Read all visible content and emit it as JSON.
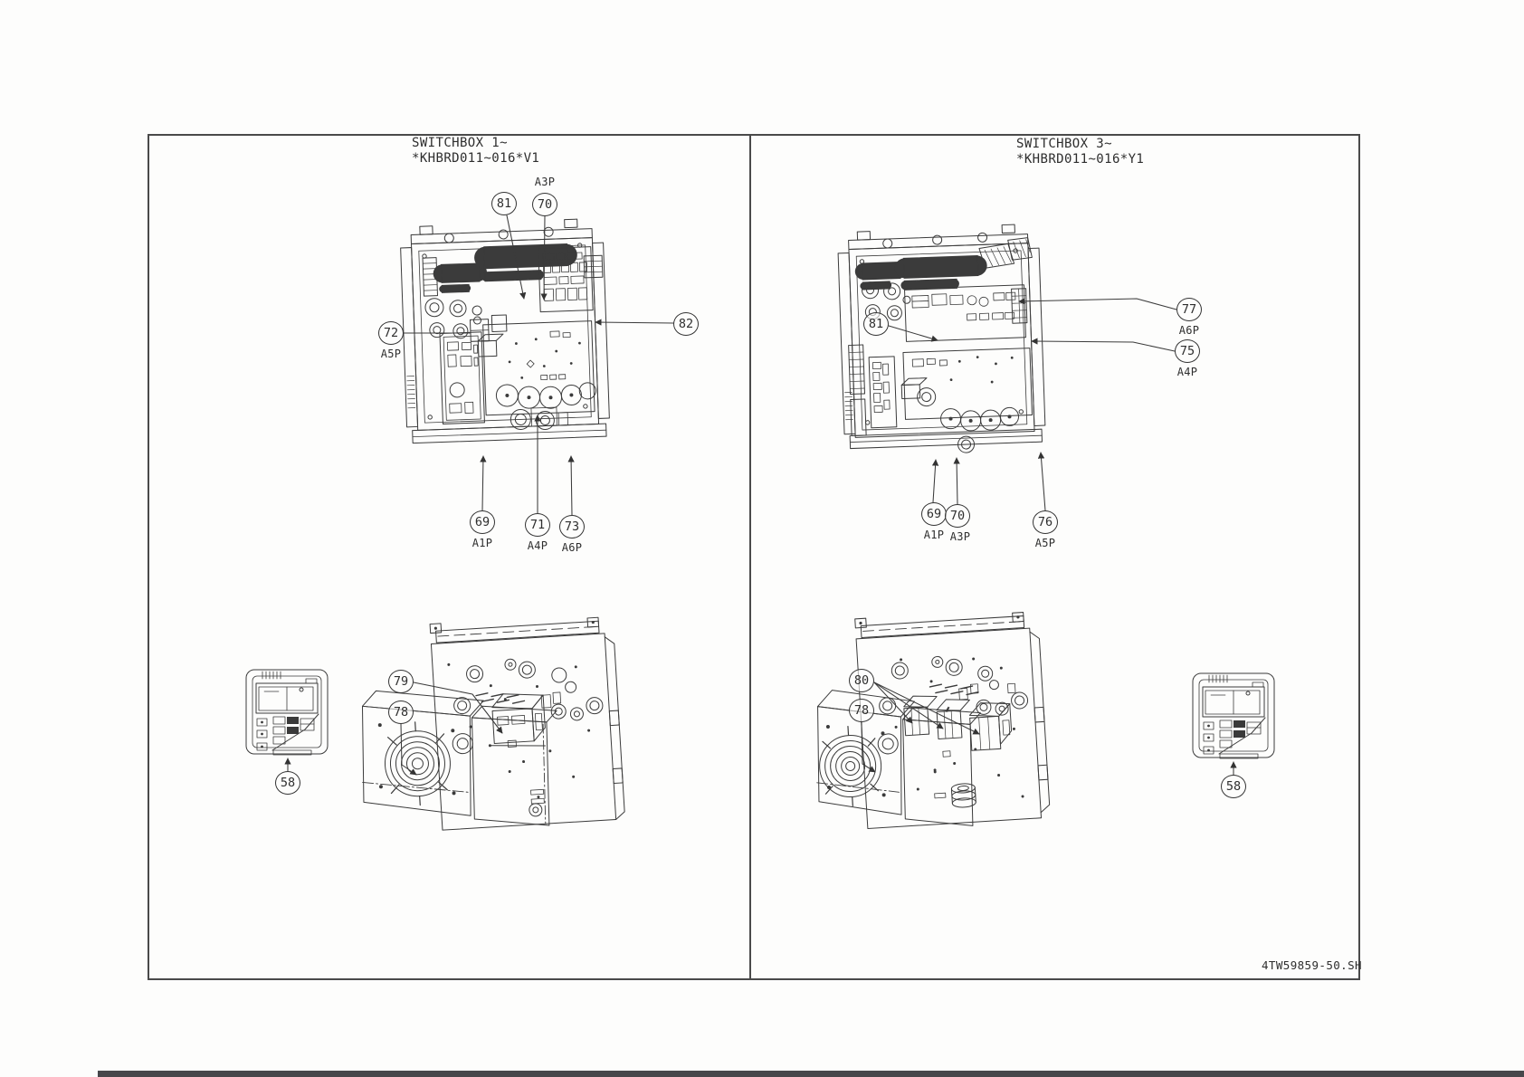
{
  "left_panel": {
    "title_line1": "SWITCHBOX 1~",
    "title_line2": "*KHBRD011~016*V1",
    "callouts": {
      "c81": {
        "num": "81"
      },
      "c70": {
        "num": "70",
        "ref": "A3P"
      },
      "c72": {
        "num": "72",
        "ref": "A5P"
      },
      "c82": {
        "num": "82"
      },
      "c69": {
        "num": "69",
        "ref": "A1P"
      },
      "c71": {
        "num": "71",
        "ref": "A4P"
      },
      "c73": {
        "num": "73",
        "ref": "A6P"
      },
      "c79": {
        "num": "79"
      },
      "c78": {
        "num": "78"
      },
      "c58": {
        "num": "58"
      }
    }
  },
  "right_panel": {
    "title_line1": "SWITCHBOX 3~",
    "title_line2": "*KHBRD011~016*Y1",
    "callouts": {
      "c77": {
        "num": "77",
        "ref": "A6P"
      },
      "c81": {
        "num": "81"
      },
      "c75": {
        "num": "75",
        "ref": "A4P"
      },
      "c69": {
        "num": "69",
        "ref": "A1P"
      },
      "c70": {
        "num": "70",
        "ref": "A3P"
      },
      "c76": {
        "num": "76",
        "ref": "A5P"
      },
      "c80": {
        "num": "80"
      },
      "c78": {
        "num": "78"
      },
      "c58": {
        "num": "58"
      }
    }
  },
  "footer": {
    "drawing_number": "4TW59859-50.SH"
  }
}
